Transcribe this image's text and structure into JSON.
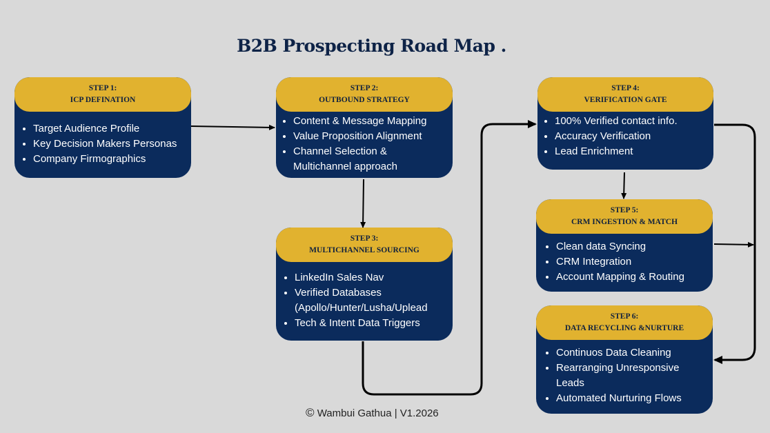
{
  "title": "B2B Prospecting Road Map .",
  "steps": [
    {
      "label": "STEP 1:",
      "name": "ICP DEFINATION",
      "items": [
        "Target Audience Profile",
        "Key Decision Makers Personas",
        "Company Firmographics"
      ]
    },
    {
      "label": "STEP 2:",
      "name": "OUTBOUND STRATEGY",
      "items": [
        "Content & Message Mapping",
        "Value Proposition Alignment",
        "Channel Selection & Multichannel approach"
      ]
    },
    {
      "label": "STEP 3:",
      "name": "MULTICHANNEL SOURCING",
      "items": [
        "LinkedIn Sales Nav",
        "Verified Databases (Apollo/Hunter/Lusha/Uplead",
        "Tech & Intent Data Triggers"
      ]
    },
    {
      "label": "STEP  4:",
      "name": "VERIFICATION GATE",
      "items": [
        "100% Verified contact info.",
        "Accuracy Verification",
        "Lead Enrichment"
      ]
    },
    {
      "label": "STEP 5:",
      "name": "CRM INGESTION & MATCH",
      "items": [
        "Clean data Syncing",
        "CRM Integration",
        "Account Mapping & Routing"
      ]
    },
    {
      "label": "STEP 6:",
      "name": "DATA RECYCLING &NURTURE",
      "items": [
        "Continuos Data Cleaning",
        "Rearranging Unresponsive Leads",
        "Automated Nurturing Flows"
      ]
    }
  ],
  "footer": {
    "copyright_symbol": "©",
    "text": "Wambui Gathua  | V1.2026"
  },
  "colors": {
    "background": "#d9d9d9",
    "card_body": "#0b2b5c",
    "card_header": "#e1b22f",
    "title": "#0e2347"
  }
}
